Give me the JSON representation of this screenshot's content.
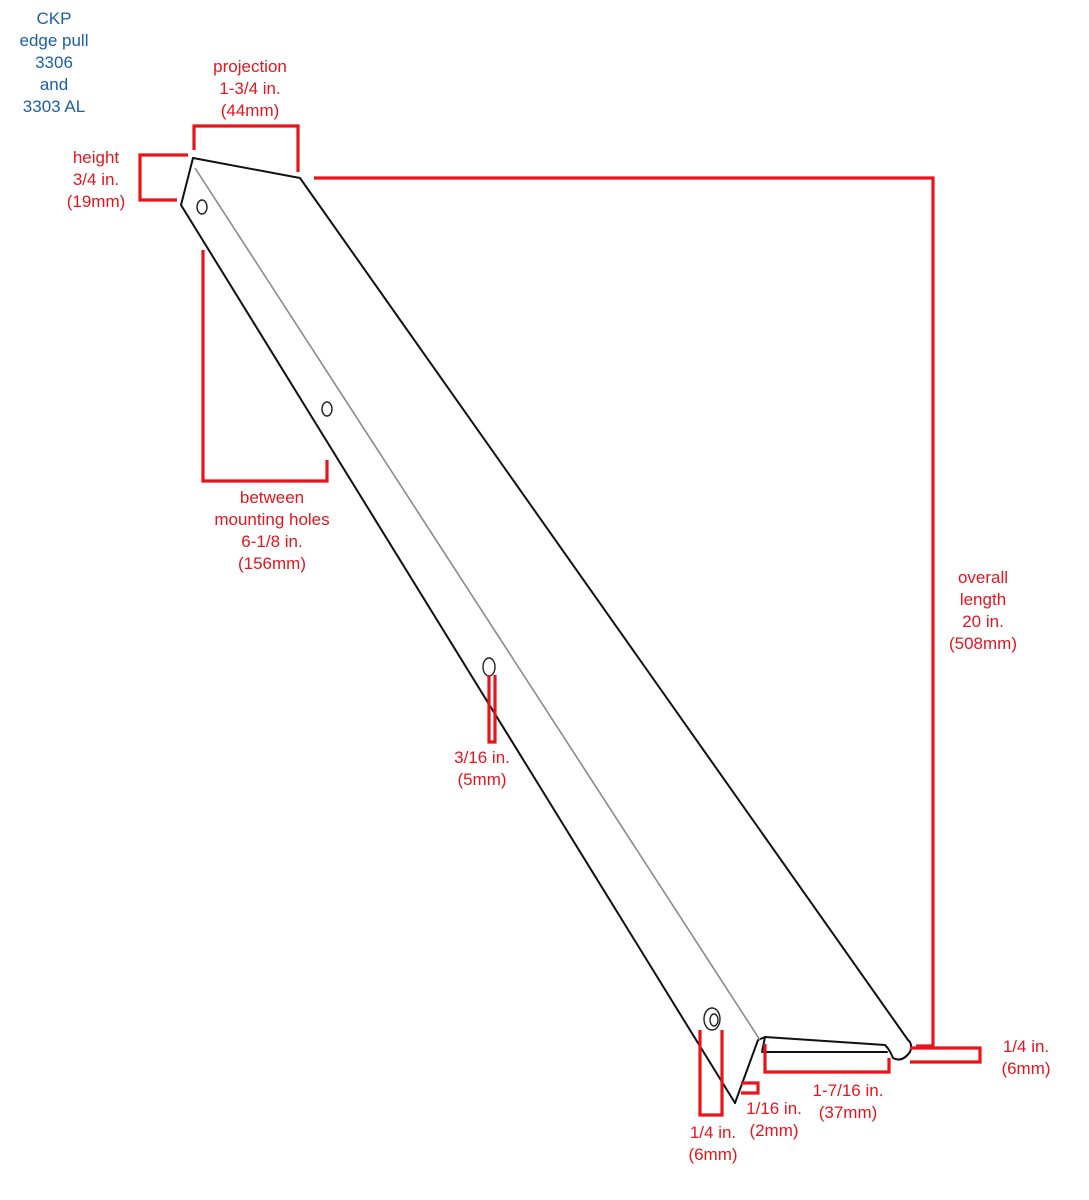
{
  "title": {
    "lines": [
      "CKP",
      "edge pull",
      "3306",
      "and",
      "3303 AL"
    ],
    "color": "#1a5fa8"
  },
  "dimension_color": "#e8141c",
  "dimensions": {
    "projection": {
      "lines": [
        "projection",
        "1-3/4 in.",
        "(44mm)"
      ]
    },
    "height": {
      "lines": [
        "height",
        "3/4 in.",
        "(19mm)"
      ]
    },
    "between_holes": {
      "lines": [
        "between",
        "mounting holes",
        "6-1/8 in.",
        "(156mm)"
      ]
    },
    "overall_length": {
      "lines": [
        "overall",
        "length",
        "20 in.",
        "(508mm)"
      ]
    },
    "hole_diameter": {
      "lines": [
        "3/16 in.",
        "(5mm)"
      ]
    },
    "lip_thickness": {
      "lines": [
        "1/4 in.",
        "(6mm)"
      ]
    },
    "gap": {
      "lines": [
        "1/16 in.",
        "(2mm)"
      ]
    },
    "finger_depth": {
      "lines": [
        "1-7/16 in.",
        "(37mm)"
      ]
    },
    "end_thickness": {
      "lines": [
        "1/4 in.",
        "(6mm)"
      ]
    }
  }
}
